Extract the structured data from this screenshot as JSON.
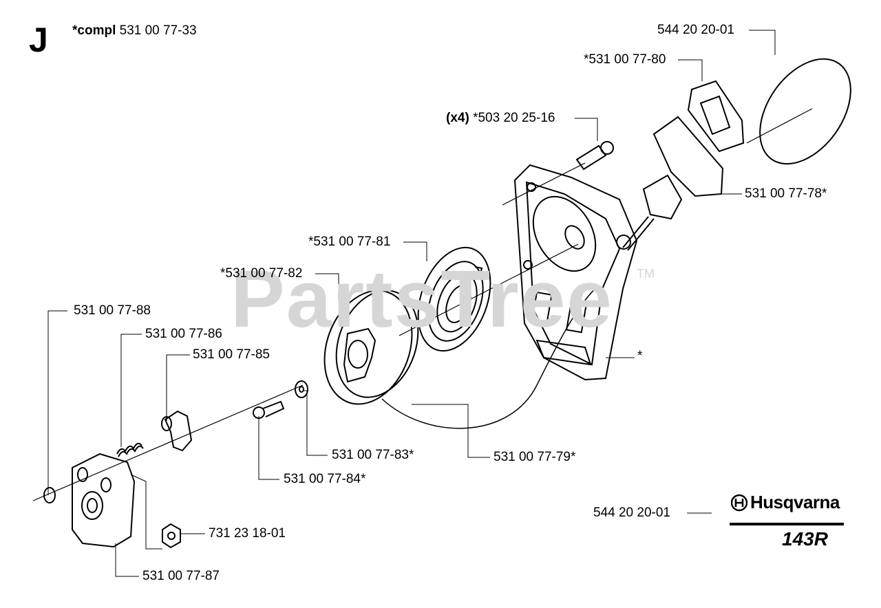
{
  "section_letter": "J",
  "compl": {
    "prefix": "*compl",
    "part": "531 00 77-33"
  },
  "watermark": {
    "text": "PartsTree",
    "tm": "TM"
  },
  "brand": {
    "name": "Husqvarna",
    "model": "143R"
  },
  "labels": {
    "p_544_top": "544 20 20-01",
    "p_80": "*531 00 77-80",
    "x4": "(x4)",
    "p_503": "*503 20 25-16",
    "p_78": "531 00 77-78*",
    "p_81": "*531 00 77-81",
    "p_82": "*531 00 77-82",
    "p_88": "531 00 77-88",
    "p_86": "531 00 77-86",
    "p_85": "531 00 77-85",
    "star": "*",
    "p_83": "531 00 77-83*",
    "p_79": "531 00 77-79*",
    "p_84": "531 00 77-84*",
    "p_731": "731 23 18-01",
    "p_87": "531 00 77-87",
    "p_544_bottom": "544 20 20-01"
  }
}
